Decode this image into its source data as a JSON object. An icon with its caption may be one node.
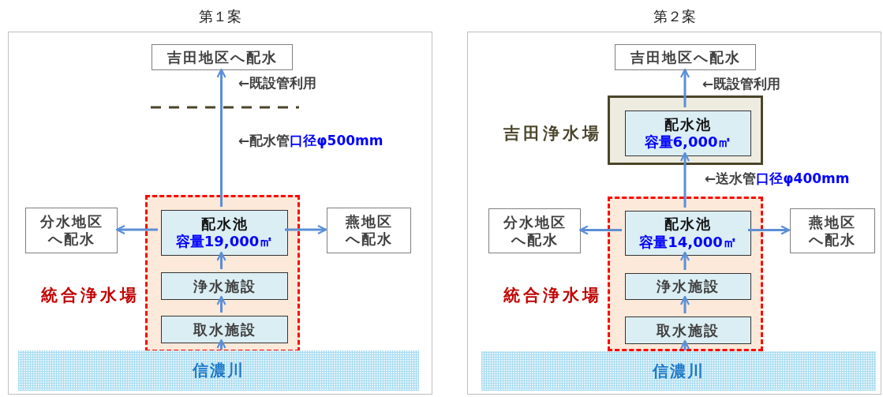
{
  "diagram": {
    "nodes": [
      {
        "text": [
          "第１案"
        ]
      },
      {
        "text": [
          "吉田地区へ配水"
        ],
        "in": 0
      },
      {
        "text": [
          "統合浄水場"
        ],
        "in": 0
      },
      {
        "text": [
          "配水池",
          "容量19,000㎡"
        ],
        "in": 2
      },
      {
        "text": [
          "浄水施設"
        ],
        "in": 2
      },
      {
        "text": [
          "取水施設"
        ],
        "in": 2
      },
      {
        "text": [
          "分水地区へ配水"
        ],
        "in": 0
      },
      {
        "text": [
          "燕地区へ配水"
        ],
        "in": 0
      },
      {
        "text": [
          "信濃川"
        ],
        "in": 0
      },
      {
        "text": [
          "第２案"
        ]
      },
      {
        "text": [
          "吉田地区へ配水"
        ],
        "in": 9
      },
      {
        "text": [
          "吉田浄水場"
        ],
        "in": 9
      },
      {
        "text": [
          "配水池",
          "容量6,000㎡"
        ],
        "in": 11
      },
      {
        "text": [
          "統合浄水場"
        ],
        "in": 9
      },
      {
        "text": [
          "配水池",
          "容量14,000㎡"
        ],
        "in": 13
      },
      {
        "text": [
          "浄水施設"
        ],
        "in": 13
      },
      {
        "text": [
          "取水施設"
        ],
        "in": 13
      },
      {
        "text": [
          "分水地区へ配水"
        ],
        "in": 9
      },
      {
        "text": [
          "燕地区へ配水"
        ],
        "in": 9
      },
      {
        "text": [
          "信濃川"
        ],
        "in": 9
      }
    ],
    "edges": [
      {
        "from": 8,
        "to": 5,
        "arrow": "to"
      },
      {
        "from": 5,
        "to": 4,
        "arrow": "to"
      },
      {
        "from": 4,
        "to": 3,
        "arrow": "to"
      },
      {
        "from": 3,
        "to": 6,
        "arrow": "to"
      },
      {
        "from": 3,
        "to": 7,
        "arrow": "to"
      },
      {
        "from": 3,
        "to": 1,
        "arrow": "to"
      },
      {
        "from": 19,
        "to": 16,
        "arrow": "to"
      },
      {
        "from": 16,
        "to": 15,
        "arrow": "to"
      },
      {
        "from": 15,
        "to": 14,
        "arrow": "to"
      },
      {
        "from": 14,
        "to": 17,
        "arrow": "to"
      },
      {
        "from": 14,
        "to": 18,
        "arrow": "to"
      },
      {
        "from": 14,
        "to": 12,
        "arrow": "to"
      },
      {
        "from": 12,
        "to": 10,
        "arrow": "to"
      }
    ],
    "labels": [
      "←既設管利用",
      "←配水管",
      "口径φ500mm",
      "←既設管利用",
      "←送水管",
      "口径φ400mm"
    ]
  }
}
